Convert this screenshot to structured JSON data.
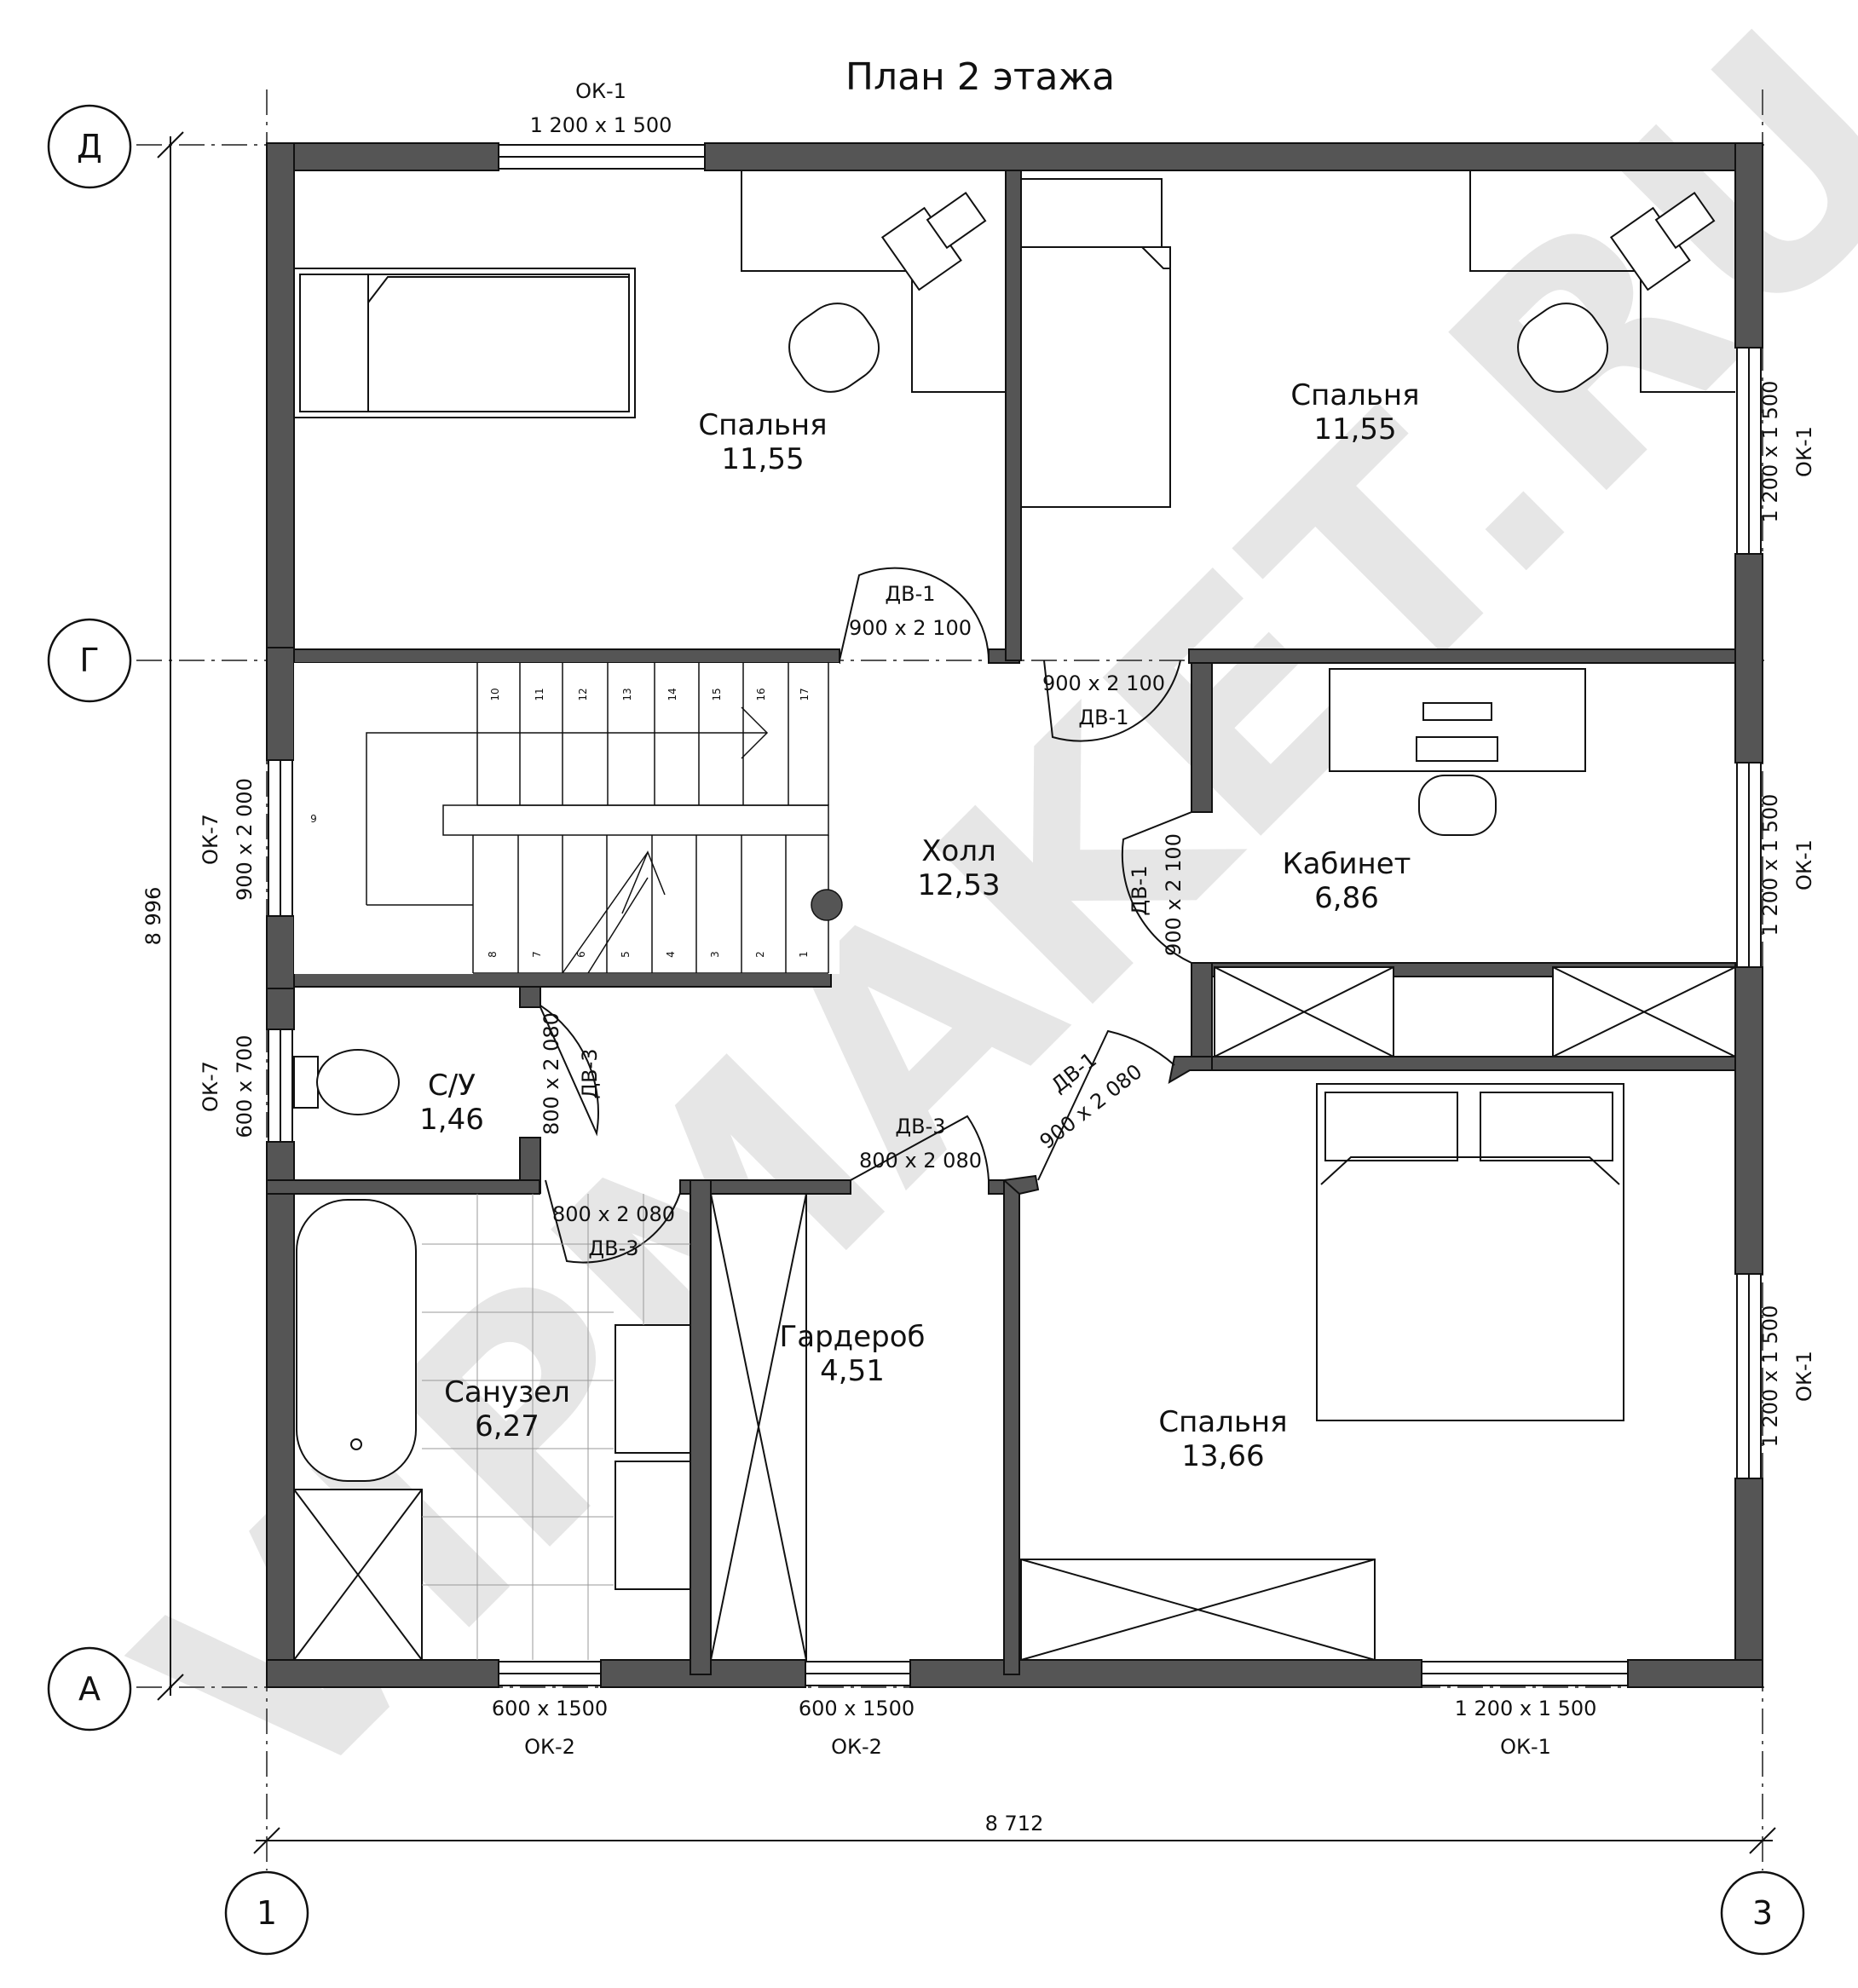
{
  "title": "План 2 этажа",
  "watermark": "VIPMAKET.RU",
  "axes": {
    "d": "Д",
    "g": "Г",
    "a": "А",
    "one": "1",
    "three": "3"
  },
  "dimensions": {
    "overall_height": "8 996",
    "overall_width": "8 712"
  },
  "rooms": {
    "bedroom_nw": {
      "name": "Спальня",
      "area": "11,55"
    },
    "bedroom_ne": {
      "name": "Спальня",
      "area": "11,55"
    },
    "hall": {
      "name": "Холл",
      "area": "12,53"
    },
    "study": {
      "name": "Кабинет",
      "area": "6,86"
    },
    "wc": {
      "name": "С/У",
      "area": "1,46"
    },
    "bathroom": {
      "name": "Санузел",
      "area": "6,27"
    },
    "wardrobe": {
      "name": "Гардероб",
      "area": "4,51"
    },
    "bedroom_se": {
      "name": "Спальня",
      "area": "13,66"
    }
  },
  "windows": {
    "top": {
      "mark": "ОК-1",
      "size": "1 200 х 1 500"
    },
    "right_1": {
      "mark": "ОК-1",
      "size": "1 200 х 1 500"
    },
    "right_2": {
      "mark": "ОК-1",
      "size": "1 200 х 1 500"
    },
    "right_3": {
      "mark": "ОК-1",
      "size": "1 200 х 1 500"
    },
    "left_stair": {
      "mark": "ОК-7",
      "size": "900 х 2 000"
    },
    "left_wc": {
      "mark": "ОК-7",
      "size": "600 х 700"
    },
    "bottom_1": {
      "mark": "ОК-2",
      "size": "600 х 1500"
    },
    "bottom_2": {
      "mark": "ОК-2",
      "size": "600 х 1500"
    },
    "bottom_3": {
      "mark": "ОК-1",
      "size": "1 200 х 1 500"
    }
  },
  "doors": {
    "d1_nw": {
      "mark": "ДВ-1",
      "size": "900 х 2 100"
    },
    "d1_ne": {
      "mark": "ДВ-1",
      "size": "900 х 2 100"
    },
    "d1_study": {
      "mark": "ДВ-1",
      "size": "900 х 2 100"
    },
    "d1_se": {
      "mark": "ДВ-1",
      "size": "900 х 2 080"
    },
    "d3_wc": {
      "mark": "ДВ-3",
      "size": "800 х 2 080"
    },
    "d3_bath": {
      "mark": "ДВ-3",
      "size": "800 х 2 080"
    },
    "d3_wardrobe": {
      "mark": "ДВ-3",
      "size": "800 х 2 080"
    }
  },
  "stairs": {
    "upper": [
      "10",
      "11",
      "12",
      "13",
      "14",
      "15",
      "16",
      "17"
    ],
    "landing": "9",
    "lower": [
      "8",
      "7",
      "6",
      "5",
      "4",
      "3",
      "2",
      "1"
    ]
  }
}
